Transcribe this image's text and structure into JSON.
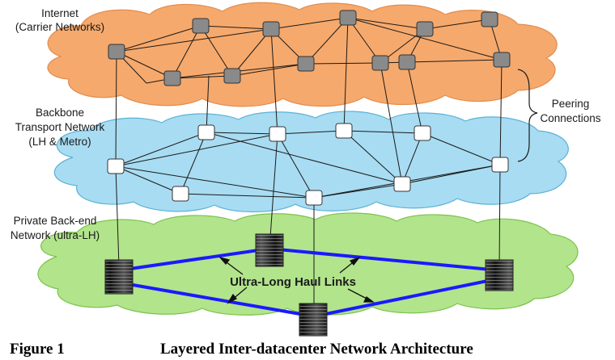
{
  "layers": {
    "internet": {
      "label_line1": "Internet",
      "label_line2": "(Carrier Networks)",
      "color": "#f6a96c"
    },
    "backbone": {
      "label_line1": "Backbone",
      "label_line2": "Transport Network",
      "label_line3": "(LH & Metro)",
      "color": "#a8dcf2"
    },
    "private": {
      "label_line1": "Private Back-end",
      "label_line2": "Network (ultra-LH)",
      "color": "#b2e48c"
    }
  },
  "annotations": {
    "peering_line1": "Peering",
    "peering_line2": "Connections",
    "ultra_long_haul": "Ultra-Long Haul Links"
  },
  "caption": {
    "figure_label": "Figure 1",
    "title": "Layered Inter-datacenter Network Architecture"
  },
  "colors": {
    "internet_node": "#8a8a8a",
    "backbone_node": "#ffffff",
    "ulh_link": "#1a1aff",
    "line": "#1a1a1a"
  }
}
